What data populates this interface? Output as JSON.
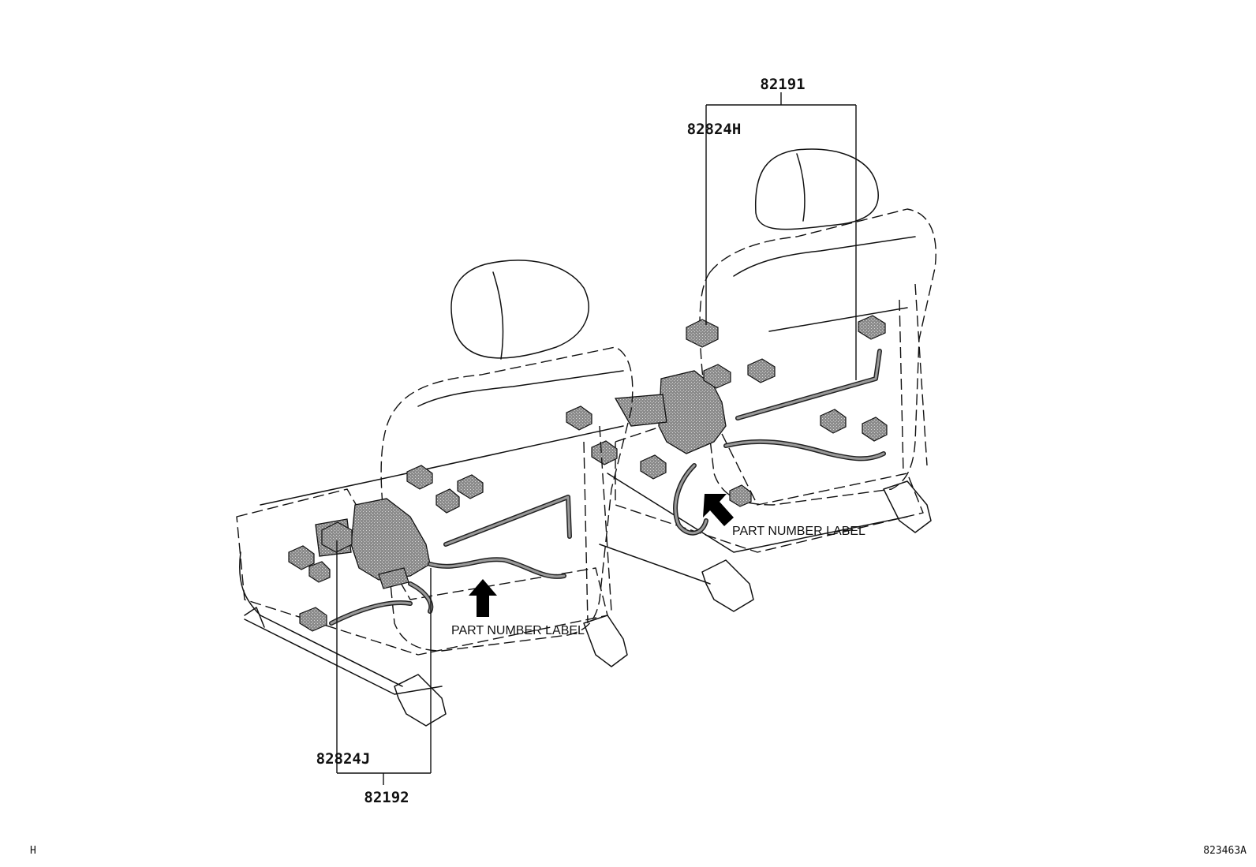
{
  "diagram": {
    "part_numbers": {
      "right_harness": "82191",
      "right_connector": "82824H",
      "left_connector": "82824J",
      "left_harness": "82192"
    },
    "labels": {
      "right_label": "PART NUMBER LABEL",
      "left_label": "PART NUMBER LABEL"
    },
    "corner": {
      "left": "H",
      "right": "823463A"
    }
  }
}
